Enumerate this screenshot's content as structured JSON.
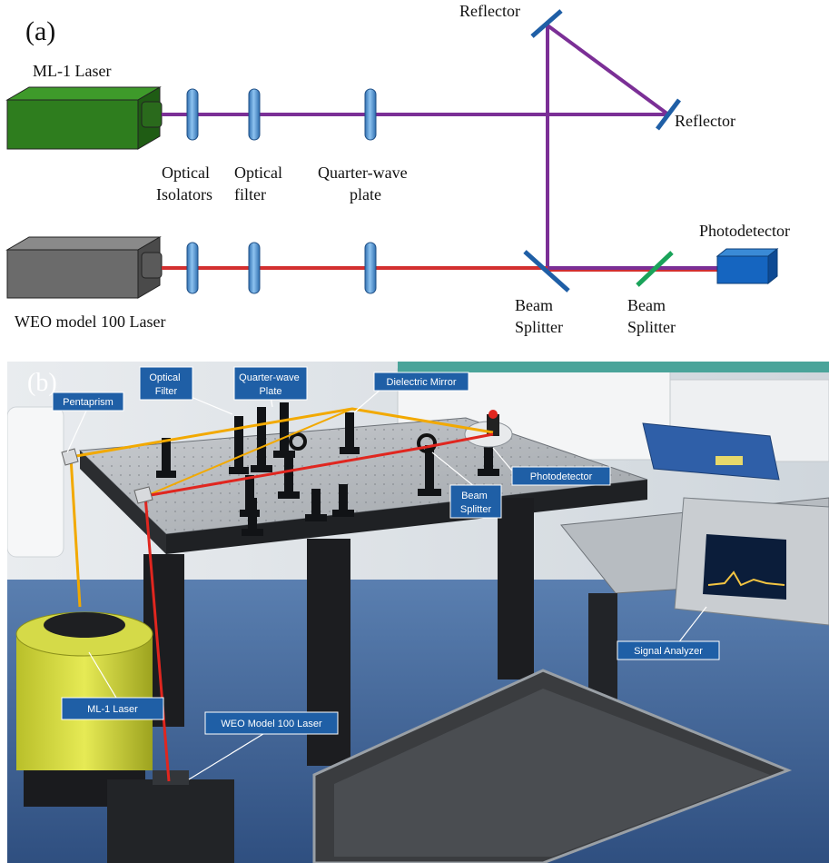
{
  "panel_a": {
    "label": "(a)",
    "ml1_laser": "ML-1 Laser",
    "weo_laser": "WEO model 100 Laser",
    "optical_isolators": [
      "Optical",
      "Isolators"
    ],
    "optical_filter": [
      "Optical",
      "filter"
    ],
    "quarter_wave": [
      "Quarter-wave",
      "plate"
    ],
    "reflector_top": "Reflector",
    "reflector_right": "Reflector",
    "photodetector": "Photodetector",
    "beam_splitter_1": [
      "Beam",
      "Splitter"
    ],
    "beam_splitter_2": [
      "Beam",
      "Splitter"
    ],
    "colors": {
      "ml1_body": "#2e7d1e",
      "weo_body": "#6b6b6b",
      "purple_beam": "#7b2f96",
      "red_beam": "#d32f2f",
      "optic_blue": "#5b9bd5",
      "mirror_blue": "#1f5fa6",
      "splitter_green": "#1aa35a",
      "photodetector": "#1565c0"
    }
  },
  "panel_b": {
    "label": "(b)",
    "callouts": {
      "optical_filter": [
        "Optical",
        "Filter"
      ],
      "quarter_wave": [
        "Quarter-wave",
        "Plate"
      ],
      "dielectric_mirror": "Dielectric Mirror",
      "pentaprism": "Pentaprism",
      "photodetector": "Photodetector",
      "beam_splitter": [
        "Beam",
        "Splitter"
      ],
      "signal_analyzer": "Signal Analyzer",
      "ml1_laser": "ML-1 Laser",
      "weo_laser": "WEO Model 100 Laser"
    },
    "colors": {
      "callout_fill": "#1f5fa6",
      "yellow_beam": "#f2a900",
      "red_beam": "#e0261f"
    }
  }
}
